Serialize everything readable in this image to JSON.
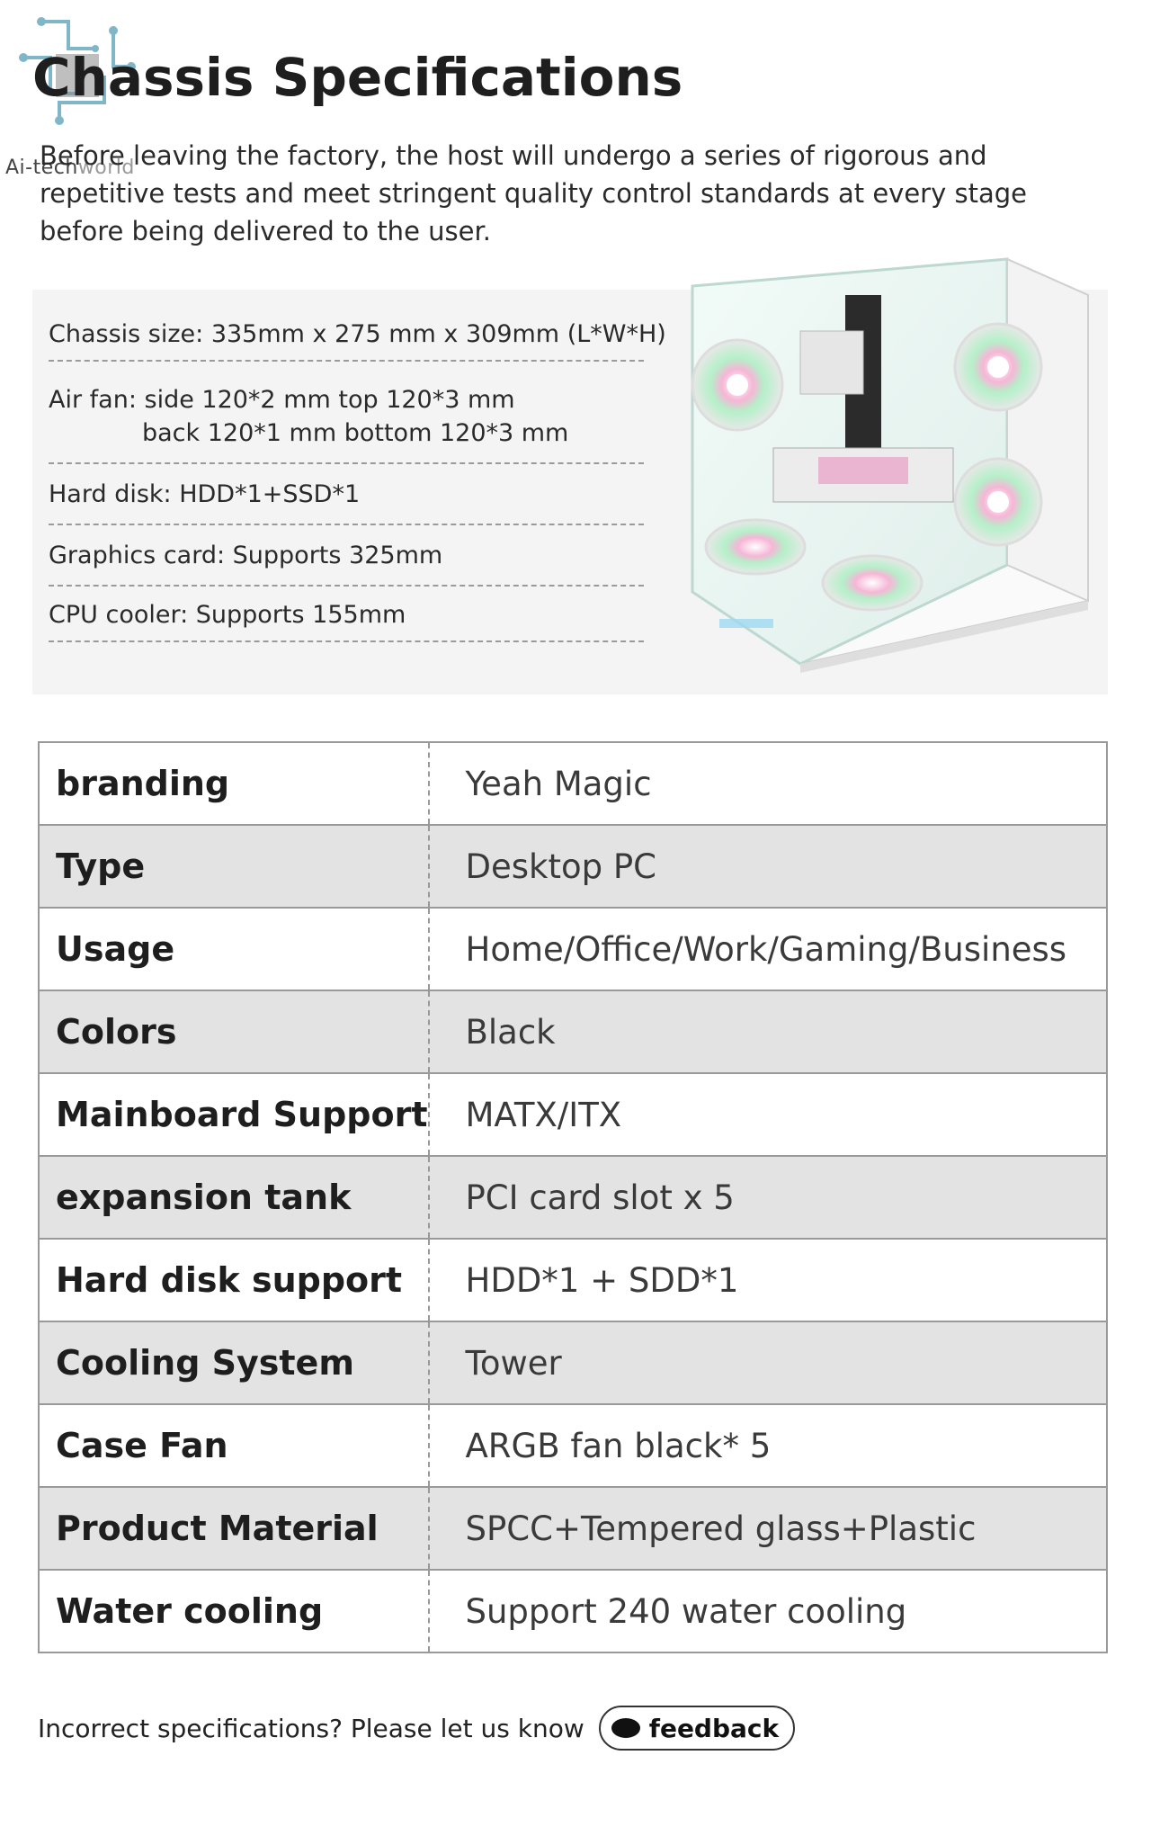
{
  "logo": {
    "text_bold": "Ai-tech",
    "text_light": "world"
  },
  "title": "Chassis Specifications",
  "intro": "Before leaving the factory, the host will undergo a series of rigorous and repetitive tests and meet stringent quality control standards at every stage before being delivered to the user.",
  "spec_panel": {
    "chassis_size": "Chassis size: 335mm x 275 mm x 309mm (L*W*H)",
    "air_fan_line1": "Air fan: side 120*2 mm  top 120*3 mm",
    "air_fan_line2": "back 120*1 mm  bottom 120*3 mm",
    "hard_disk": "Hard disk: HDD*1+SSD*1",
    "graphics_card": "Graphics card: Supports 325mm",
    "cpu_cooler": "CPU cooler: Supports 155mm"
  },
  "specs": [
    {
      "key": "branding",
      "value": "Yeah Magic"
    },
    {
      "key": "Type",
      "value": "Desktop PC"
    },
    {
      "key": "Usage",
      "value": "Home/Office/Work/Gaming/Business"
    },
    {
      "key": "Colors",
      "value": "Black"
    },
    {
      "key": "Mainboard Support",
      "value": "MATX/ITX"
    },
    {
      "key": "expansion tank",
      "value": "PCI card slot x 5"
    },
    {
      "key": "Hard disk support",
      "value": "HDD*1 + SDD*1"
    },
    {
      "key": "Cooling System",
      "value": "Tower"
    },
    {
      "key": "Case Fan",
      "value": "ARGB fan black* 5"
    },
    {
      "key": "Product Material",
      "value": "SPCC+Tempered glass+Plastic"
    },
    {
      "key": "Water cooling",
      "value": "Support 240 water cooling"
    }
  ],
  "footer": {
    "text": "Incorrect specifications? Please let us know",
    "button_label": "feedback"
  },
  "colors": {
    "alt_row": "#e3e3e3",
    "panel_bg": "#f4f4f4",
    "border": "#999999"
  }
}
